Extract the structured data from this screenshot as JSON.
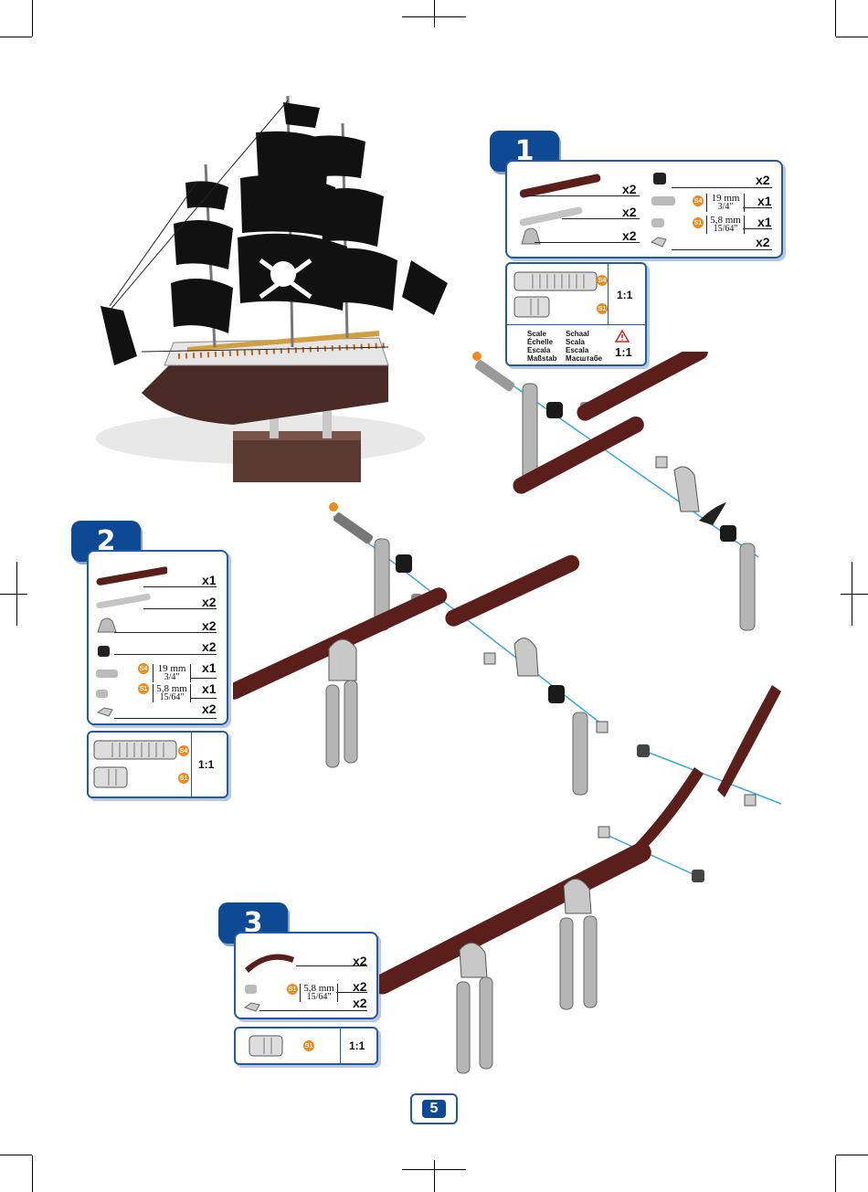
{
  "page": {
    "number": "5"
  },
  "step1": {
    "number": "1",
    "left_qty": [
      "x2",
      "x2",
      "x2"
    ],
    "right_qty": [
      "x2",
      "x1",
      "x1",
      "x2"
    ],
    "bolt_long": {
      "code": "S4",
      "mm": "19 mm",
      "inch": "3/4\""
    },
    "bolt_short": {
      "code": "S1",
      "mm": "5,8 mm",
      "inch": "15/64\""
    },
    "scale_ratio": "1:1",
    "scale_words_col1": [
      "Scale",
      "Échelle",
      "Escala",
      "Maßstab"
    ],
    "scale_words_col2": [
      "Schaal",
      "Scala",
      "Escala",
      "Масштабе"
    ],
    "scale_warning_ratio": "1:1"
  },
  "step2": {
    "number": "2",
    "qty": [
      "x1",
      "x2",
      "x2",
      "x2",
      "x1",
      "x1",
      "x2"
    ],
    "bolt_long": {
      "code": "S4",
      "mm": "19 mm",
      "inch": "3/4\""
    },
    "bolt_short": {
      "code": "S1",
      "mm": "5,8 mm",
      "inch": "15/64\""
    },
    "scale_ratio": "1:1"
  },
  "step3": {
    "number": "3",
    "qty": [
      "x2",
      "x2",
      "x2"
    ],
    "bolt_short": {
      "code": "S1",
      "mm": "5,8 mm",
      "inch": "15/64\""
    },
    "scale_ratio": "1:1"
  },
  "colors": {
    "brand_blue": "#0d4a93",
    "strip_brown": "#5a1f1a",
    "metal": "#b8b8b8",
    "accent_orange": "#f08a1c"
  },
  "icons": [
    "ship-illustration",
    "crop-mark",
    "warning-triangle-icon",
    "bolt-icon",
    "nut-icon",
    "washer-icon",
    "spacer-icon",
    "bracket-icon"
  ]
}
